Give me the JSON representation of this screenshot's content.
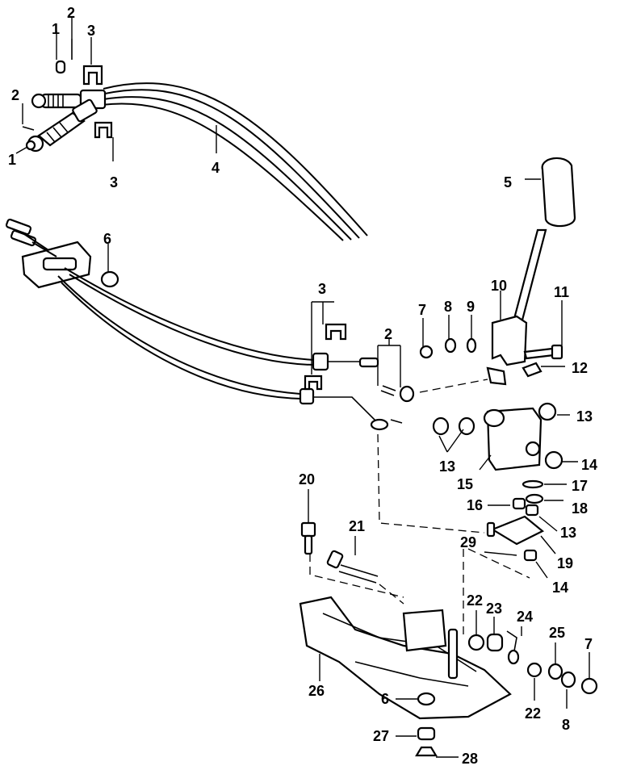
{
  "callouts": {
    "c1a": "1",
    "c1b": "1",
    "c2a": "2",
    "c2b": "2",
    "c2c": "2",
    "c3a": "3",
    "c3b": "3",
    "c3c": "3",
    "c4": "4",
    "c5": "5",
    "c6a": "6",
    "c6b": "6",
    "c7a": "7",
    "c7b": "7",
    "c8a": "8",
    "c8b": "8",
    "c9": "9",
    "c10": "10",
    "c11": "11",
    "c12": "12",
    "c13a": "13",
    "c13b": "13",
    "c13c": "13",
    "c14a": "14",
    "c14b": "14",
    "c15": "15",
    "c16": "16",
    "c17": "17",
    "c18": "18",
    "c19": "19",
    "c20": "20",
    "c21": "21",
    "c22a": "22",
    "c22b": "22",
    "c23": "23",
    "c24": "24",
    "c25": "25",
    "c26": "26",
    "c27": "27",
    "c28": "28",
    "c29": "29"
  }
}
